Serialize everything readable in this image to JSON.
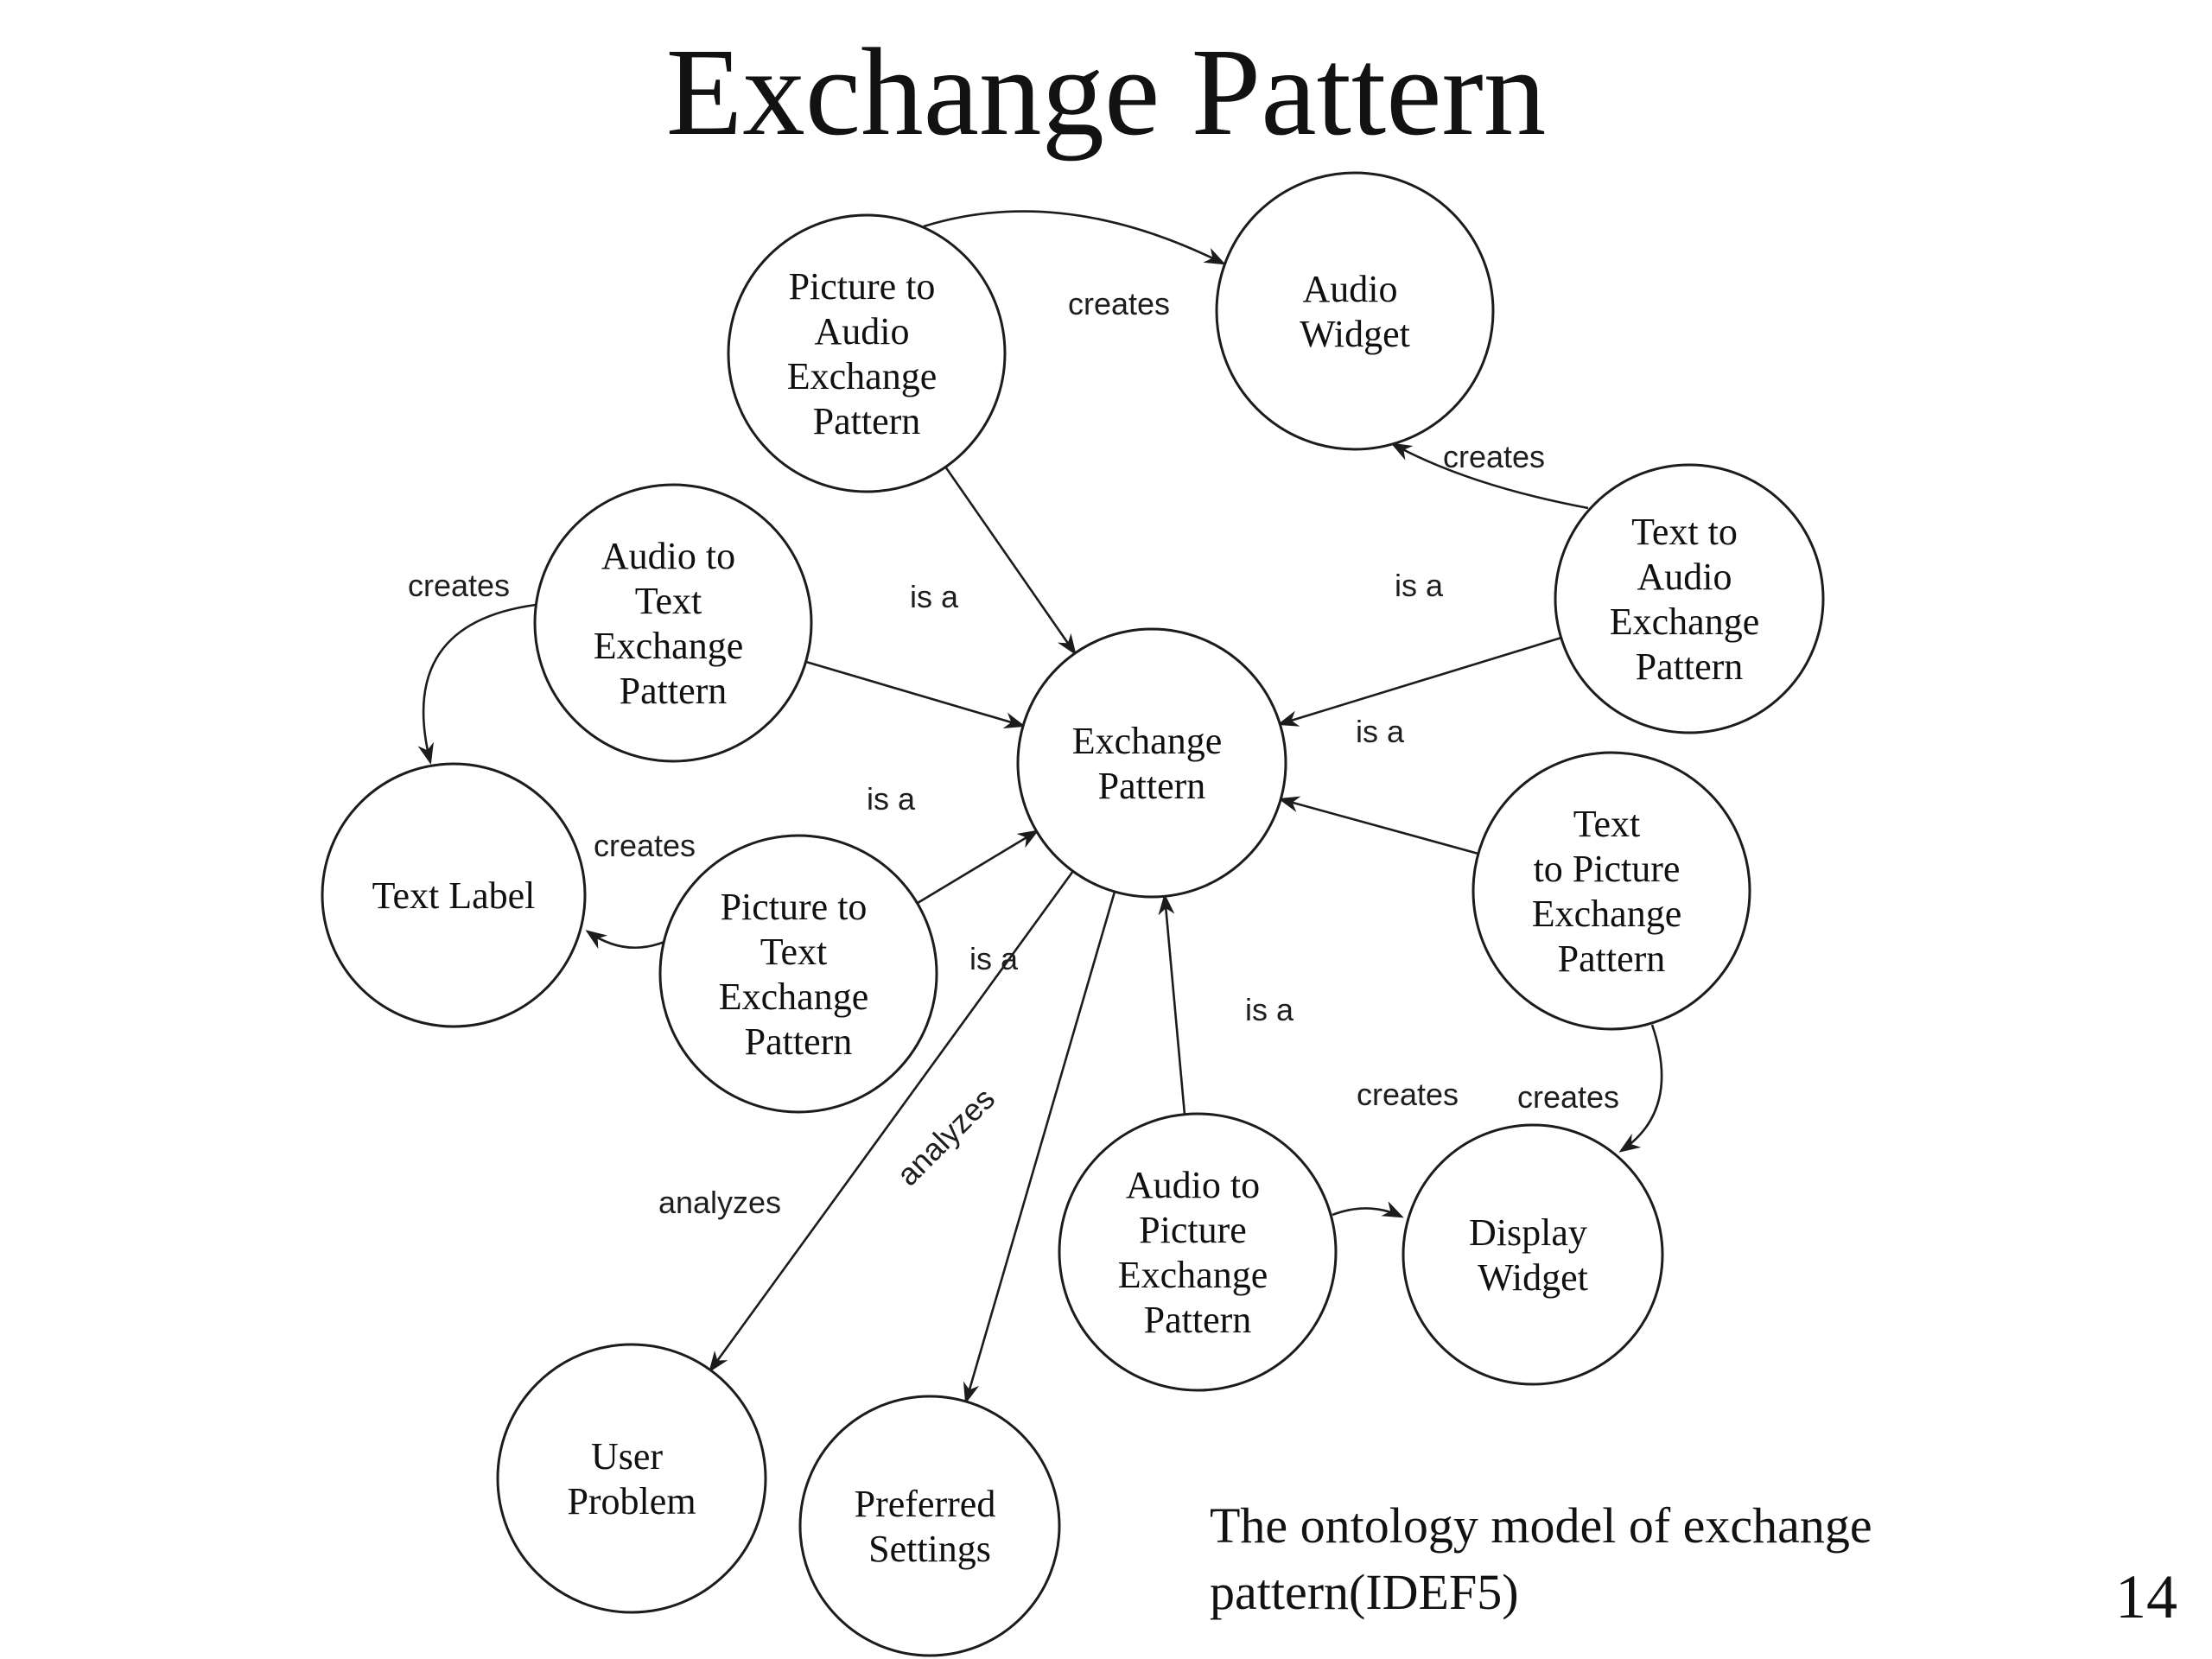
{
  "slide": {
    "title": "Exchange Pattern",
    "caption_line1": "The ontology model of exchange",
    "caption_line2": "pattern(IDEF5)",
    "page_number": "14"
  },
  "diagram": {
    "nodes": [
      {
        "id": "picture-to-audio-exchange-pattern",
        "name": "Picture to Audio Exchange Pattern",
        "lines": [
          "Picture to",
          "Audio",
          "Exchange",
          "Pattern"
        ]
      },
      {
        "id": "audio-widget",
        "name": "Audio Widget",
        "lines": [
          "Audio",
          "Widget"
        ]
      },
      {
        "id": "text-to-audio-exchange-pattern",
        "name": "Text to Audio Exchange Pattern",
        "lines": [
          "Text to",
          "Audio",
          "Exchange",
          "Pattern"
        ]
      },
      {
        "id": "audio-to-text-exchange-pattern",
        "name": "Audio to Text Exchange Pattern",
        "lines": [
          "Audio to",
          "Text",
          "Exchange",
          "Pattern"
        ]
      },
      {
        "id": "exchange-pattern",
        "name": "Exchange Pattern",
        "lines": [
          "Exchange",
          "Pattern"
        ]
      },
      {
        "id": "text-label",
        "name": "Text Label",
        "lines": [
          "Text Label"
        ]
      },
      {
        "id": "picture-to-text-exchange-pattern",
        "name": "Picture to Text Exchange Pattern",
        "lines": [
          "Picture to",
          "Text",
          "Exchange",
          "Pattern"
        ]
      },
      {
        "id": "text-to-picture-exchange-pattern",
        "name": "Text to Picture Exchange Pattern",
        "lines": [
          "Text",
          "to Picture",
          "Exchange",
          "Pattern"
        ]
      },
      {
        "id": "audio-to-picture-exchange-pattern",
        "name": "Audio to Picture Exchange Pattern",
        "lines": [
          "Audio to",
          "Picture",
          "Exchange",
          "Pattern"
        ]
      },
      {
        "id": "display-widget",
        "name": "Display Widget",
        "lines": [
          "Display",
          "Widget"
        ]
      },
      {
        "id": "user-problem",
        "name": "User Problem",
        "lines": [
          "User",
          "Problem"
        ]
      },
      {
        "id": "preferred-settings",
        "name": "Preferred Settings",
        "lines": [
          "Preferred",
          "Settings"
        ]
      }
    ],
    "edges": [
      {
        "from": "picture-to-audio-exchange-pattern",
        "to": "audio-widget",
        "label": "creates"
      },
      {
        "from": "text-to-audio-exchange-pattern",
        "to": "audio-widget",
        "label": "creates"
      },
      {
        "from": "audio-to-text-exchange-pattern",
        "to": "text-label",
        "label": "creates"
      },
      {
        "from": "picture-to-text-exchange-pattern",
        "to": "text-label",
        "label": "creates"
      },
      {
        "from": "audio-to-picture-exchange-pattern",
        "to": "display-widget",
        "label": "creates"
      },
      {
        "from": "text-to-picture-exchange-pattern",
        "to": "display-widget",
        "label": "creates"
      },
      {
        "from": "picture-to-audio-exchange-pattern",
        "to": "exchange-pattern",
        "label": "is a"
      },
      {
        "from": "text-to-audio-exchange-pattern",
        "to": "exchange-pattern",
        "label": "is a"
      },
      {
        "from": "text-to-picture-exchange-pattern",
        "to": "exchange-pattern",
        "label": "is a"
      },
      {
        "from": "audio-to-text-exchange-pattern",
        "to": "exchange-pattern",
        "label": "is a"
      },
      {
        "from": "picture-to-text-exchange-pattern",
        "to": "exchange-pattern",
        "label": "is a"
      },
      {
        "from": "audio-to-picture-exchange-pattern",
        "to": "exchange-pattern",
        "label": "is a"
      },
      {
        "from": "exchange-pattern",
        "to": "user-problem",
        "label": "analyzes"
      },
      {
        "from": "exchange-pattern",
        "to": "preferred-settings",
        "label": "analyzes"
      }
    ]
  }
}
